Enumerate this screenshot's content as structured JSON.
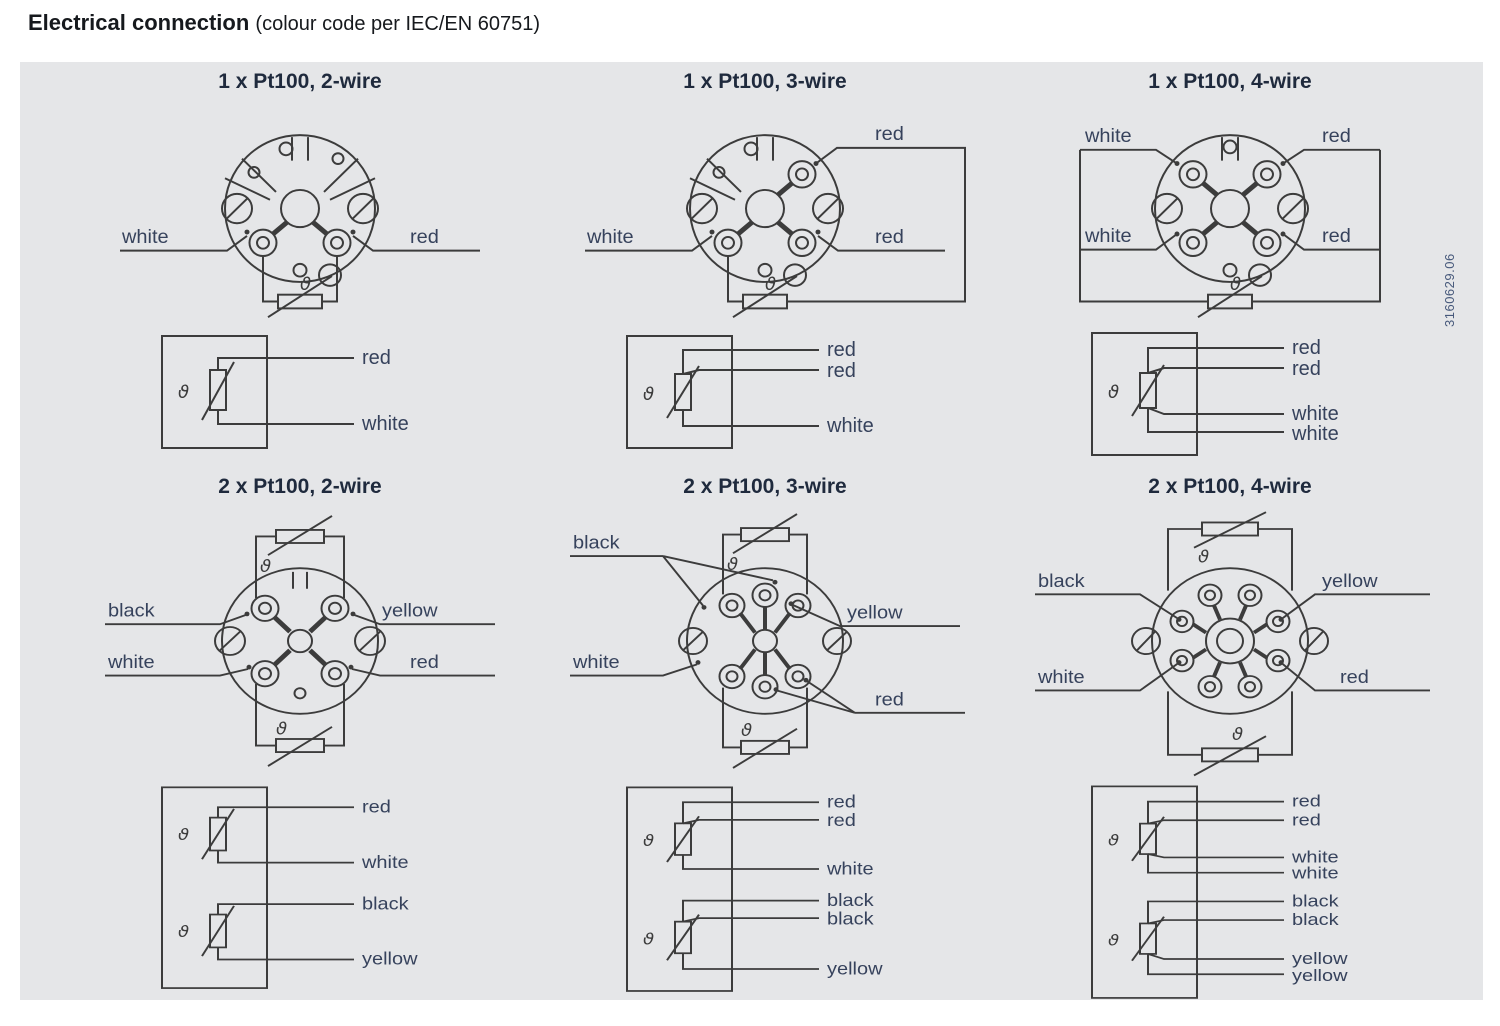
{
  "header": {
    "title": "Electrical connection",
    "subtitle": "(colour code per IEC/EN 60751)"
  },
  "side_note": "3160629.06",
  "glyphs": {
    "theta": "ϑ"
  },
  "colors": {
    "panel_bg": "#e5e6e8",
    "line": "#3c3c3c",
    "label": "#36425c"
  },
  "diagrams": [
    {
      "title": "1 x Pt100, 2-wire",
      "head": {
        "left": "white",
        "right": "red"
      },
      "schematic": [
        "red",
        "white"
      ]
    },
    {
      "title": "1 x Pt100, 3-wire",
      "head": {
        "left": "white",
        "right_top": "red",
        "right_bottom": "red"
      },
      "schematic": [
        "red",
        "red",
        "white"
      ]
    },
    {
      "title": "1 x Pt100, 4-wire",
      "head": {
        "left_top": "white",
        "left_bottom": "white",
        "right_top": "red",
        "right_bottom": "red"
      },
      "schematic": [
        "red",
        "red",
        "white",
        "white"
      ]
    },
    {
      "title": "2 x Pt100, 2-wire",
      "head": {
        "left_top": "black",
        "left_bottom": "white",
        "right_top": "yellow",
        "right_bottom": "red"
      },
      "schematic": [
        "red",
        "white",
        "black",
        "yellow"
      ]
    },
    {
      "title": "2 x Pt100, 3-wire",
      "head": {
        "left_top": "black",
        "left_bottom": "white",
        "right_top": "yellow",
        "right_bottom": "red"
      },
      "schematic": [
        "red",
        "red",
        "white",
        "black",
        "black",
        "yellow"
      ]
    },
    {
      "title": "2 x Pt100, 4-wire",
      "head": {
        "left_top": "black",
        "left_bottom": "white",
        "right_top": "yellow",
        "right_bottom": "red"
      },
      "schematic": [
        "red",
        "red",
        "white",
        "white",
        "black",
        "black",
        "yellow",
        "yellow"
      ]
    }
  ]
}
